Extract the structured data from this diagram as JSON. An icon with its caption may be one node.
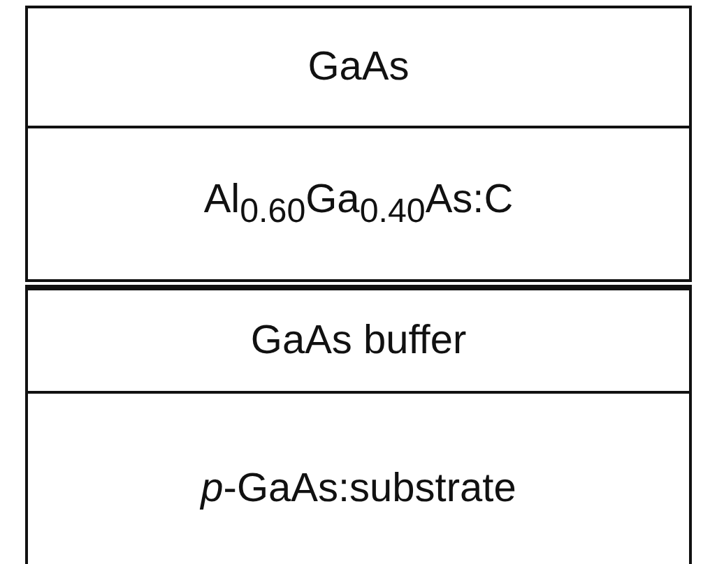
{
  "diagram": {
    "nodes": [
      {
        "text": [
          "GaAs"
        ]
      },
      {
        "text": [
          "Al$_{0.60}$Ga$_{0.40}$As:C"
        ]
      },
      {
        "text": [
          "GaAs buffer"
        ]
      },
      {
        "text": [
          "*p*-GaAs:substrate"
        ]
      }
    ]
  }
}
